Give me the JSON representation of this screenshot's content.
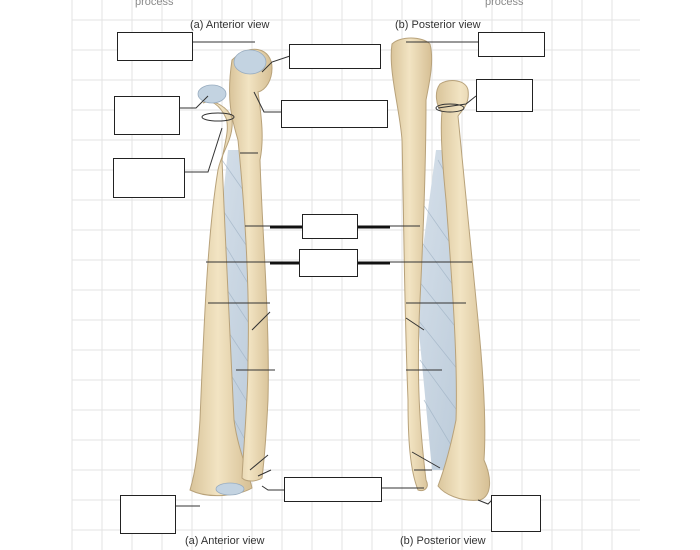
{
  "diagram": {
    "captions": {
      "anterior_top": "(a) Anterior view",
      "posterior_top": "(b) Posterior view",
      "anterior_bottom": "(a) Anterior view",
      "posterior_bottom": "(b) Posterior view"
    },
    "cut_text": {
      "left": "process",
      "right": "process"
    },
    "blank_label_count": 12
  },
  "colors": {
    "bone": "#efe0bd",
    "bone_shadow": "#cdb890",
    "cartilage": "#c3d3e1",
    "membrane": "#c9d6e2",
    "leader_line": "#333333",
    "grid": "#e3e3e3"
  }
}
